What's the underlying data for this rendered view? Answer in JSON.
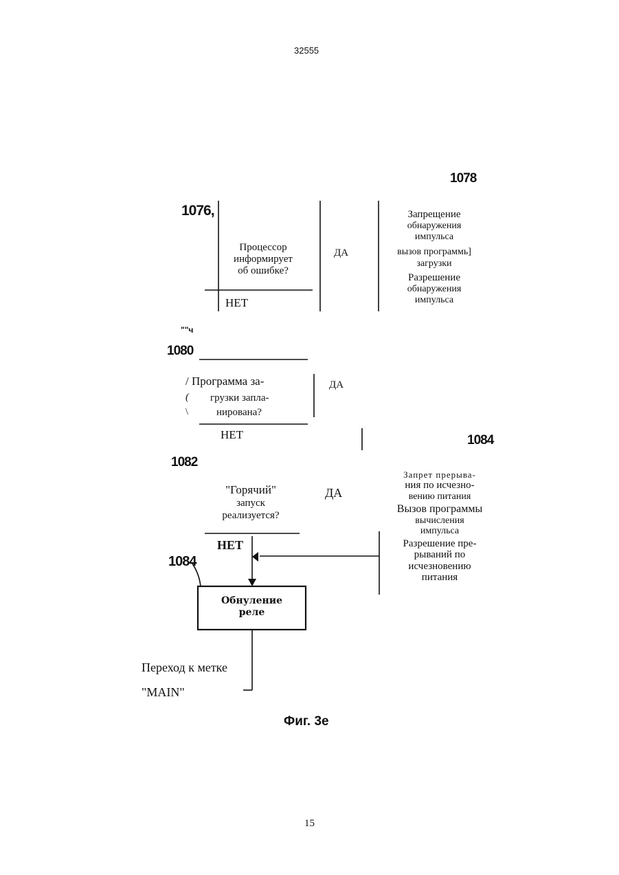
{
  "header": {
    "doc_number": "32555"
  },
  "labels": {
    "n1076": "1076,",
    "n1078": "1078",
    "n1080": "1080",
    "n1082": "1082",
    "n1084_right": "1084",
    "n1084_left": "1084",
    "mark": "\"\"ч"
  },
  "block1": {
    "question": [
      "Процессор",
      "информирует",
      "об ошибке?"
    ],
    "yes": "ДА",
    "no": "НЕТ",
    "actions": [
      "Запрещение",
      "обнаружения",
      "импульса",
      "вызов программь]",
      "загрузки",
      "Разрешение",
      "обнаружения",
      "импульса"
    ]
  },
  "block2": {
    "question": [
      "/ Программа за-",
      "(",
      "грузки запла-",
      "\\",
      "нирована?"
    ],
    "yes": "ДА",
    "no": "НЕТ"
  },
  "block3": {
    "question": [
      "\"Горячий\"",
      "запуск",
      "реализуется?"
    ],
    "yes": "ДА",
    "no": "НЕТ",
    "actions": [
      "Запрет прерыва-",
      "ния по исчезно-",
      "вению питания",
      "Вызов программы",
      "вычисления",
      "импульса",
      "Разрешение пре-",
      "рываний по",
      "исчезновению",
      "питания"
    ]
  },
  "box": {
    "lines": [
      "Обнуление",
      "реле"
    ]
  },
  "exit": {
    "line1": "Переход к метке",
    "line2": "\"MAIN\""
  },
  "caption": "Фиг. 3е",
  "page_number": "15"
}
